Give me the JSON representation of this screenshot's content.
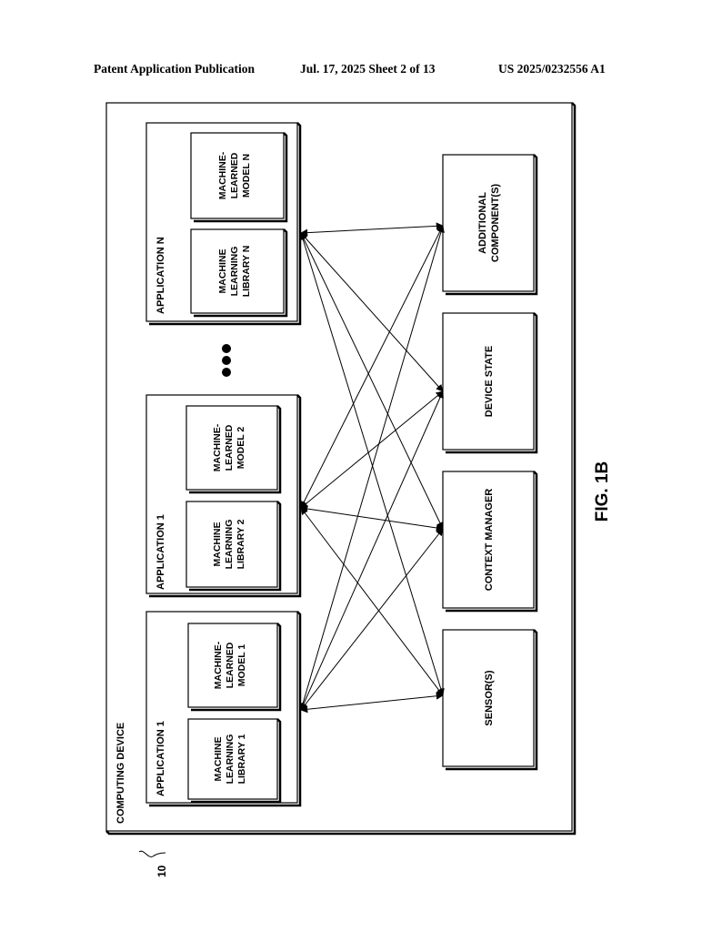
{
  "header": {
    "publication": "Patent Application Publication",
    "date_sheet": "Jul. 17, 2025   Sheet 2 of 13",
    "number": "US 2025/0232556 A1"
  },
  "device": {
    "label": "COMPUTING DEVICE",
    "ref": "10"
  },
  "applications": [
    {
      "title": "APPLICATION 1",
      "library": [
        "MACHINE",
        "LEARNING",
        "LIBRARY 1"
      ],
      "model": [
        "MACHINE-",
        "LEARNED",
        "MODEL 1"
      ]
    },
    {
      "title": "APPLICATION 1",
      "library": [
        "MACHINE",
        "LEARNING",
        "LIBRARY 2"
      ],
      "model": [
        "MACHINE-",
        "LEARNED",
        "MODEL 2"
      ]
    },
    {
      "title": "APPLICATION N",
      "library": [
        "MACHINE",
        "LEARNING",
        "LIBRARY N"
      ],
      "model": [
        "MACHINE-",
        "LEARNED",
        "MODEL N"
      ]
    }
  ],
  "components": [
    [
      "SENSOR(S)"
    ],
    [
      "CONTEXT MANAGER"
    ],
    [
      "DEVICE STATE"
    ],
    [
      "ADDITIONAL",
      "COMPONENT(S)"
    ]
  ],
  "figure": "FIG. 1B"
}
